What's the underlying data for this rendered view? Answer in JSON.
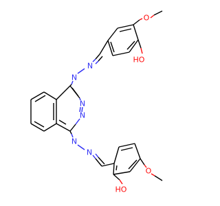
{
  "molecule": {
    "atom_labels": [
      {
        "id": "o_methoxy_top",
        "text": "O",
        "element": "O"
      },
      {
        "id": "o_hydroxy_top",
        "text": "HO",
        "element": "O"
      },
      {
        "id": "n_hydrazone_top_1",
        "text": "N",
        "element": "N"
      },
      {
        "id": "n_hydrazone_top_2",
        "text": "N",
        "element": "N"
      },
      {
        "id": "n_ring_1",
        "text": "N",
        "element": "N"
      },
      {
        "id": "n_ring_2",
        "text": "N",
        "element": "N"
      },
      {
        "id": "n_hydrazone_bottom_1",
        "text": "N",
        "element": "N"
      },
      {
        "id": "n_hydrazone_bottom_2",
        "text": "N",
        "element": "N"
      },
      {
        "id": "o_hydroxy_bottom",
        "text": "HO",
        "element": "O"
      },
      {
        "id": "o_methoxy_bottom",
        "text": "O",
        "element": "O"
      }
    ],
    "colors": {
      "carbon_bond": "#000000",
      "nitrogen": "#2e2ef5",
      "oxygen": "#ff0d0d",
      "background": "#ffffff"
    }
  }
}
